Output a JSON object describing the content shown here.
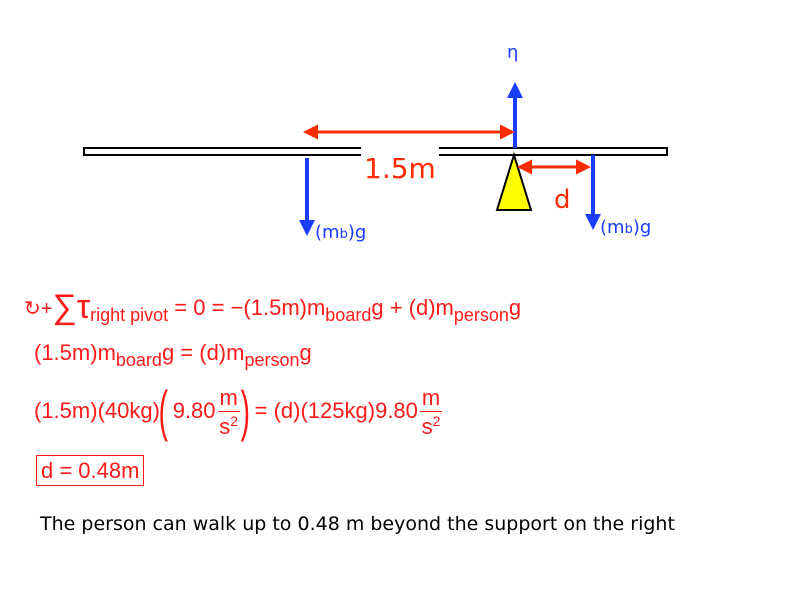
{
  "diagram": {
    "normal_force_label": "η",
    "distance_label": "1.5m",
    "d_label": "d",
    "left_weight_label_prefix": "(m",
    "left_weight_label_sub": "b",
    "left_weight_label_suffix": ")g",
    "right_weight_label_prefix": "(m",
    "right_weight_label_sub": "b",
    "right_weight_label_suffix": ")g",
    "colors": {
      "force": "#1a3cff",
      "dimension": "#ff2a00",
      "pivot": "#ffff00"
    }
  },
  "equations": {
    "line1": {
      "rot": "↻+",
      "sum": "∑",
      "tau": "τ",
      "sub": "right pivot",
      "rhs1": " = 0 = −",
      "p1": "(1.5m)",
      "m": "m",
      "board": "board",
      "g1": "g + ",
      "p2": "(d)",
      "m2": "m",
      "person": "person",
      "g2": "g"
    },
    "line2": {
      "p1": "(1.5m)",
      "m": "m",
      "board": "board",
      "g1": "g = ",
      "p2": "(d)",
      "m2": "m",
      "person": "person",
      "g2": "g"
    },
    "line3": {
      "p1": "(1.5m)",
      "p2": "(40kg)",
      "lp": "(",
      "num1": "9.80",
      "fn": "m",
      "fd": "s",
      "exp": "2",
      "rp": ")",
      "eq": " = ",
      "p3": "(d)",
      "p4": "(125kg)",
      "num2": "9.80",
      "fn2": "m",
      "fd2": "s",
      "exp2": "2"
    },
    "result": "d = 0.48m"
  },
  "conclusion": "The person can walk up to 0.48 m beyond the support on the right"
}
